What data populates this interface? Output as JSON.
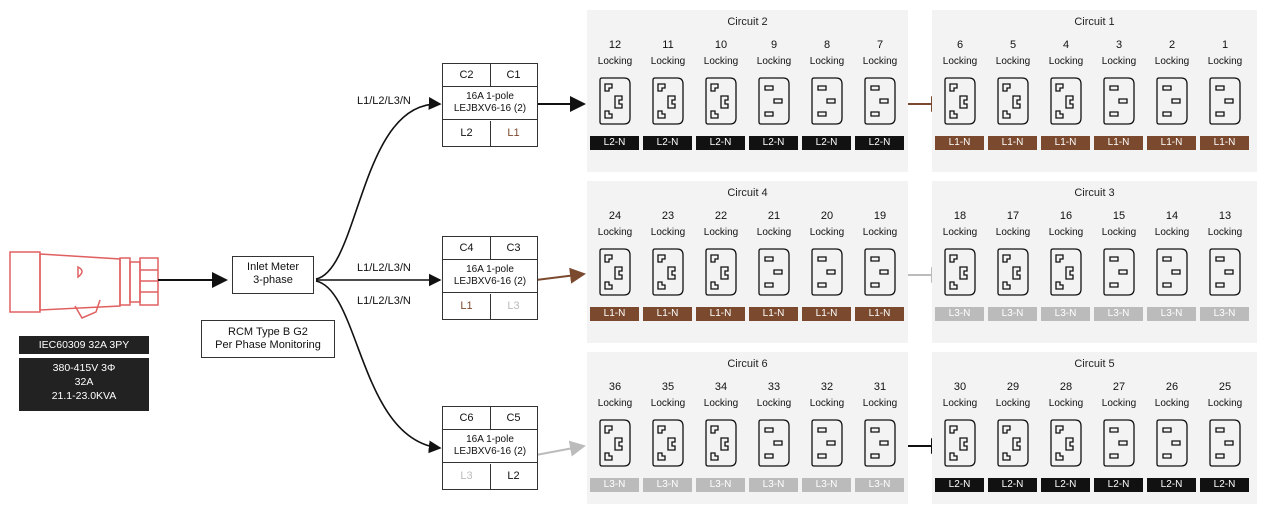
{
  "colors": {
    "L1": "#7b4a2e",
    "L2": "#111111",
    "L3": "#bbbbbb",
    "plug": "#e06060",
    "panel": "#f3f3f3"
  },
  "plug": {
    "type_label": "IEC60309 32A 3PY",
    "spec_lines": [
      "380-415V 3Φ",
      "32A",
      "21.1-23.0KVA"
    ]
  },
  "meter": {
    "line1": "Inlet Meter",
    "line2": "3-phase"
  },
  "rcm": {
    "line1": "RCM Type B G2",
    "line2": "Per Phase Monitoring"
  },
  "feed_label": "L1/L2/L3/N",
  "breakers": [
    {
      "top_left": "C2",
      "top_right": "C1",
      "line1": "16A 1-pole",
      "line2": "LEJBXV6-16 (2)",
      "bot_left": "L2",
      "bot_left_phase": "L2",
      "bot_right": "L1",
      "bot_right_phase": "L1"
    },
    {
      "top_left": "C4",
      "top_right": "C3",
      "line1": "16A 1-pole",
      "line2": "LEJBXV6-16 (2)",
      "bot_left": "L1",
      "bot_left_phase": "L1",
      "bot_right": "L3",
      "bot_right_phase": "L3"
    },
    {
      "top_left": "C6",
      "top_right": "C5",
      "line1": "16A 1-pole",
      "line2": "LEJBXV6-16 (2)",
      "bot_left": "L3",
      "bot_left_phase": "L3",
      "bot_right": "L2",
      "bot_right_phase": "L2"
    }
  ],
  "circuits": [
    {
      "title": "Circuit 2",
      "phase": "L2",
      "label": "L2-N",
      "outlets": [
        {
          "num": "12",
          "lock": "Locking",
          "kind": "c19"
        },
        {
          "num": "11",
          "lock": "Locking",
          "kind": "c19"
        },
        {
          "num": "10",
          "lock": "Locking",
          "kind": "c19"
        },
        {
          "num": "9",
          "lock": "Locking",
          "kind": "c13"
        },
        {
          "num": "8",
          "lock": "Locking",
          "kind": "c13"
        },
        {
          "num": "7",
          "lock": "Locking",
          "kind": "c13"
        }
      ]
    },
    {
      "title": "Circuit 1",
      "phase": "L1",
      "label": "L1-N",
      "outlets": [
        {
          "num": "6",
          "lock": "Locking",
          "kind": "c19"
        },
        {
          "num": "5",
          "lock": "Locking",
          "kind": "c19"
        },
        {
          "num": "4",
          "lock": "Locking",
          "kind": "c19"
        },
        {
          "num": "3",
          "lock": "Locking",
          "kind": "c13"
        },
        {
          "num": "2",
          "lock": "Locking",
          "kind": "c13"
        },
        {
          "num": "1",
          "lock": "Locking",
          "kind": "c13"
        }
      ]
    },
    {
      "title": "Circuit 4",
      "phase": "L1",
      "label": "L1-N",
      "outlets": [
        {
          "num": "24",
          "lock": "Locking",
          "kind": "c19"
        },
        {
          "num": "23",
          "lock": "Locking",
          "kind": "c19"
        },
        {
          "num": "22",
          "lock": "Locking",
          "kind": "c19"
        },
        {
          "num": "21",
          "lock": "Locking",
          "kind": "c13"
        },
        {
          "num": "20",
          "lock": "Locking",
          "kind": "c13"
        },
        {
          "num": "19",
          "lock": "Locking",
          "kind": "c13"
        }
      ]
    },
    {
      "title": "Circuit 3",
      "phase": "L3",
      "label": "L3-N",
      "outlets": [
        {
          "num": "18",
          "lock": "Locking",
          "kind": "c19"
        },
        {
          "num": "17",
          "lock": "Locking",
          "kind": "c19"
        },
        {
          "num": "16",
          "lock": "Locking",
          "kind": "c19"
        },
        {
          "num": "15",
          "lock": "Locking",
          "kind": "c13"
        },
        {
          "num": "14",
          "lock": "Locking",
          "kind": "c13"
        },
        {
          "num": "13",
          "lock": "Locking",
          "kind": "c13"
        }
      ]
    },
    {
      "title": "Circuit 6",
      "phase": "L3",
      "label": "L3-N",
      "outlets": [
        {
          "num": "36",
          "lock": "Locking",
          "kind": "c19"
        },
        {
          "num": "35",
          "lock": "Locking",
          "kind": "c19"
        },
        {
          "num": "34",
          "lock": "Locking",
          "kind": "c19"
        },
        {
          "num": "33",
          "lock": "Locking",
          "kind": "c13"
        },
        {
          "num": "32",
          "lock": "Locking",
          "kind": "c13"
        },
        {
          "num": "31",
          "lock": "Locking",
          "kind": "c13"
        }
      ]
    },
    {
      "title": "Circuit 5",
      "phase": "L2",
      "label": "L2-N",
      "outlets": [
        {
          "num": "30",
          "lock": "Locking",
          "kind": "c19"
        },
        {
          "num": "29",
          "lock": "Locking",
          "kind": "c19"
        },
        {
          "num": "28",
          "lock": "Locking",
          "kind": "c19"
        },
        {
          "num": "27",
          "lock": "Locking",
          "kind": "c13"
        },
        {
          "num": "26",
          "lock": "Locking",
          "kind": "c13"
        },
        {
          "num": "25",
          "lock": "Locking",
          "kind": "c13"
        }
      ]
    }
  ]
}
